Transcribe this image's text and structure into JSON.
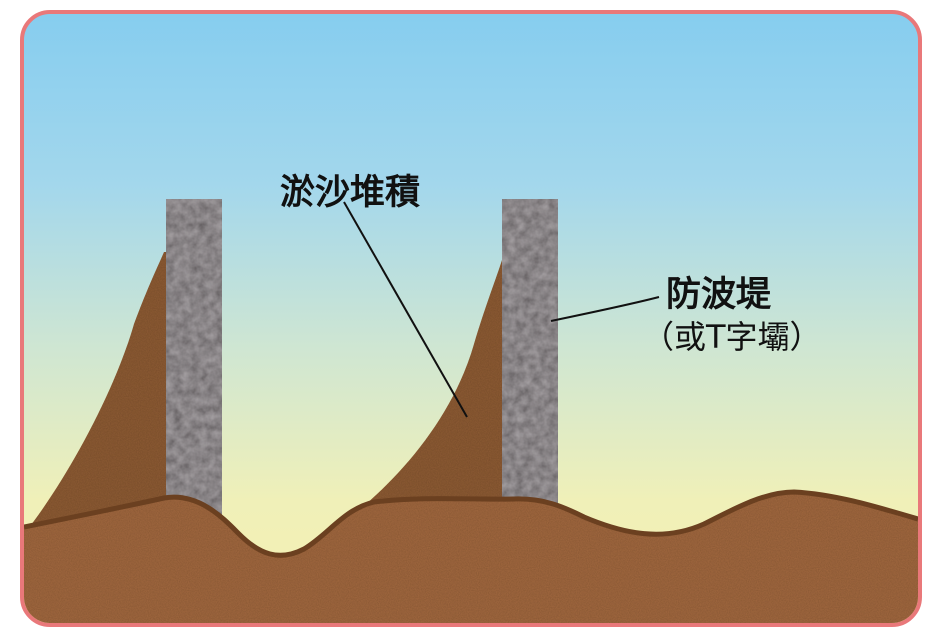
{
  "labels": {
    "sediment": "淤沙堆積",
    "breakwater": "防波堤",
    "groin": "（或T字壩）"
  },
  "colors": {
    "frame_border": "#e9787a",
    "sky_top": "#86cdef",
    "sky_bottom": "#f6f1b2",
    "sand": "#8f5c34",
    "ground": "#a3693f",
    "ground_edge": "#6b4020",
    "pillar": "#5f5a5c"
  }
}
